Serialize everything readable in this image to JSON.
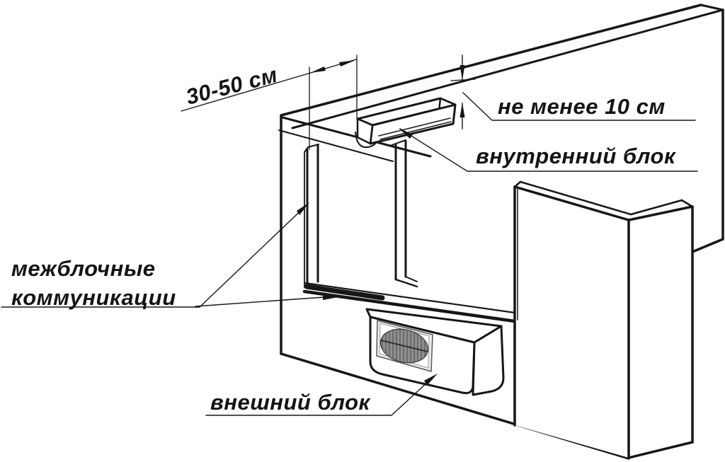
{
  "diagram": {
    "type": "technical-line-drawing",
    "subject": "air conditioner installation clearances (isometric wall view)",
    "colors": {
      "background": "#ffffff",
      "line": "#161616",
      "grille_fill": "#8f8f8f",
      "grille_stripe": "#4a4a4a",
      "panel_frame": "#ededed"
    },
    "labels": {
      "dim_horizontal": "30-50 см",
      "dim_vertical": "не менее 10 см",
      "indoor_unit": "внутренний блок",
      "communications_line1": "межблочные",
      "communications_line2": "коммуникации",
      "outdoor_unit": "внешний блок"
    }
  }
}
